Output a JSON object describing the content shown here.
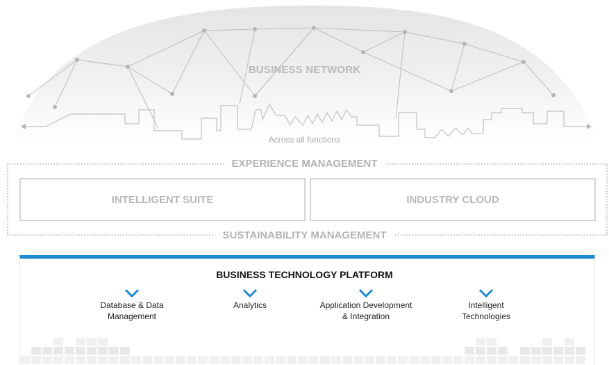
{
  "network": {
    "title": "BUSINESS NETWORK",
    "subtitle": "Across all functions"
  },
  "experience": {
    "label": "EXPERIENCE MANAGEMENT"
  },
  "suite": {
    "label": "INTELLIGENT SUITE"
  },
  "industry": {
    "label": "INDUSTRY CLOUD"
  },
  "sustainability": {
    "label": "SUSTAINABILITY MANAGEMENT"
  },
  "platform": {
    "title": "BUSINESS TECHNOLOGY PLATFORM",
    "pillars": [
      {
        "label": "Database & Data\nManagement",
        "icon": "chevron-down-icon"
      },
      {
        "label": "Analytics",
        "icon": "chevron-down-icon"
      },
      {
        "label": "Application Development\n& Integration",
        "icon": "chevron-down-icon"
      },
      {
        "label": "Intelligent\nTechnologies",
        "icon": "chevron-down-icon"
      }
    ]
  },
  "colors": {
    "accent": "#1b8bd2",
    "grey": "#b8b8b8"
  }
}
